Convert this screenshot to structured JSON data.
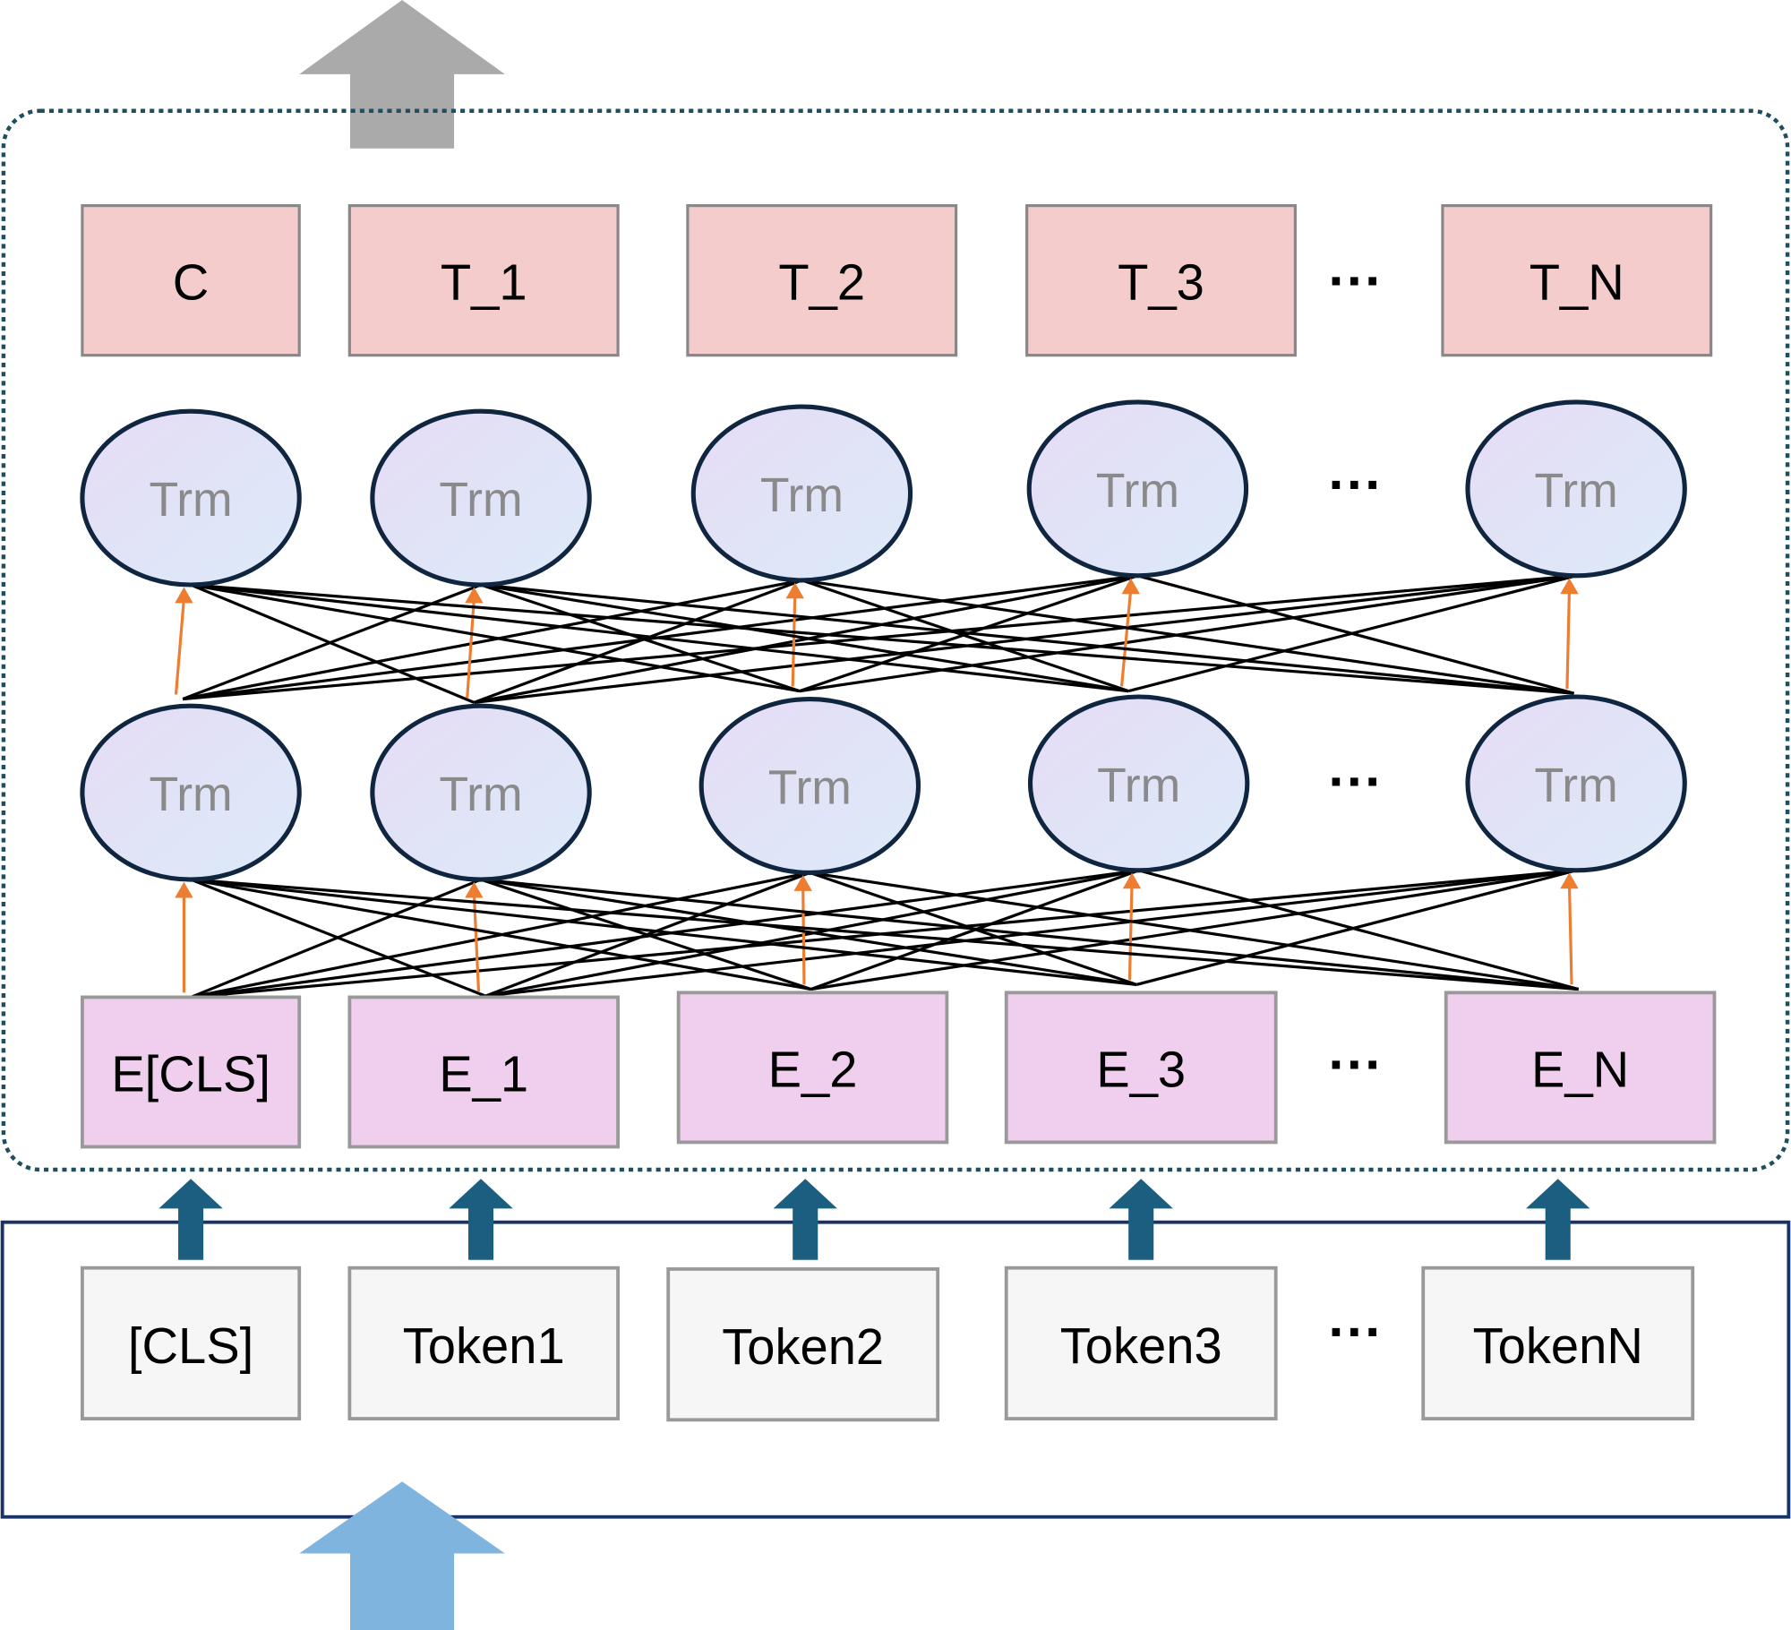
{
  "output_row": [
    "C",
    "T_1",
    "T_2",
    "T_3",
    "T_N"
  ],
  "transformer_label": "Trm",
  "embedding_row": [
    "E[CLS]",
    "E_1",
    "E_2",
    "E_3",
    "E_N"
  ],
  "token_row": [
    "[CLS]",
    "Token1",
    "Token2",
    "Token3",
    "TokenN"
  ],
  "ellipsis": "···",
  "colors": {
    "output_box": "#f4cccc",
    "embedding_box": "#f0cfee",
    "token_box": "#f6f6f6",
    "transformer_fill_start": "#e6dcf5",
    "transformer_fill_end": "#dceaf9",
    "transformer_stroke": "#0f2540",
    "dotted_border": "#1f4e5f",
    "input_border": "#1a3366",
    "residual_arrow": "#ed7d31",
    "input_arrow": "#1b5e80",
    "top_arrow": "#aaaaaa",
    "bottom_arrow": "#7fb4df"
  }
}
